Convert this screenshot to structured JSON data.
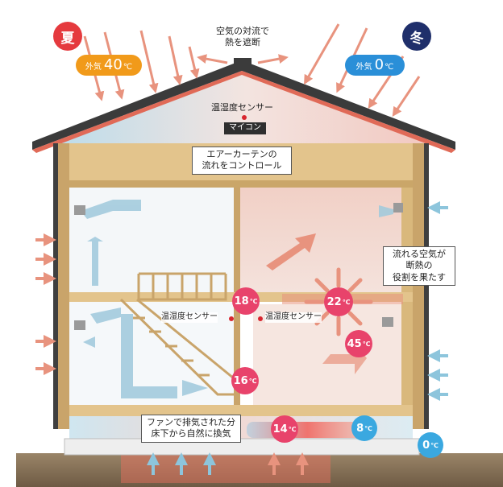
{
  "summer": {
    "label": "夏",
    "outside_prefix": "外気",
    "outside_value": "40",
    "unit": "℃",
    "color": "#e53a3e",
    "pill_color": "#f19a1a"
  },
  "winter": {
    "label": "冬",
    "outside_prefix": "外気",
    "outside_value": "0",
    "unit": "℃",
    "color": "#1f2f6b",
    "pill_color": "#2a8fd8"
  },
  "roof_label": {
    "line1": "空気の対流で",
    "line2": "熱を遮断"
  },
  "attic_sensor": "温湿度センサー",
  "controller": "マイコン",
  "air_curtain": {
    "line1": "エアーカーテンの",
    "line2": "流れをコントロール"
  },
  "insulation_label": {
    "line1": "流れる空気が",
    "line2": "断熱の",
    "line3": "役割を果たす"
  },
  "sensor_left": "温湿度センサー",
  "sensor_right": "温湿度センサー",
  "floor_label": {
    "line1": "ファンで排気された分",
    "line2": "床下から自然に換気"
  },
  "temperatures": [
    {
      "id": "upper-left-room",
      "value": "18",
      "unit": "℃",
      "color": "#e8436b"
    },
    {
      "id": "upper-right-room",
      "value": "22",
      "unit": "℃",
      "color": "#e8436b"
    },
    {
      "id": "lower-right-room",
      "value": "45",
      "unit": "℃",
      "color": "#e8436b"
    },
    {
      "id": "lower-left-room",
      "value": "16",
      "unit": "℃",
      "color": "#e8436b"
    },
    {
      "id": "underfloor-center",
      "value": "14",
      "unit": "℃",
      "color": "#e8436b"
    },
    {
      "id": "underfloor-right",
      "value": "8",
      "unit": "℃",
      "color": "#3aa8e0"
    },
    {
      "id": "outside-ground",
      "value": "0",
      "unit": "℃",
      "color": "#3aa8e0"
    }
  ]
}
